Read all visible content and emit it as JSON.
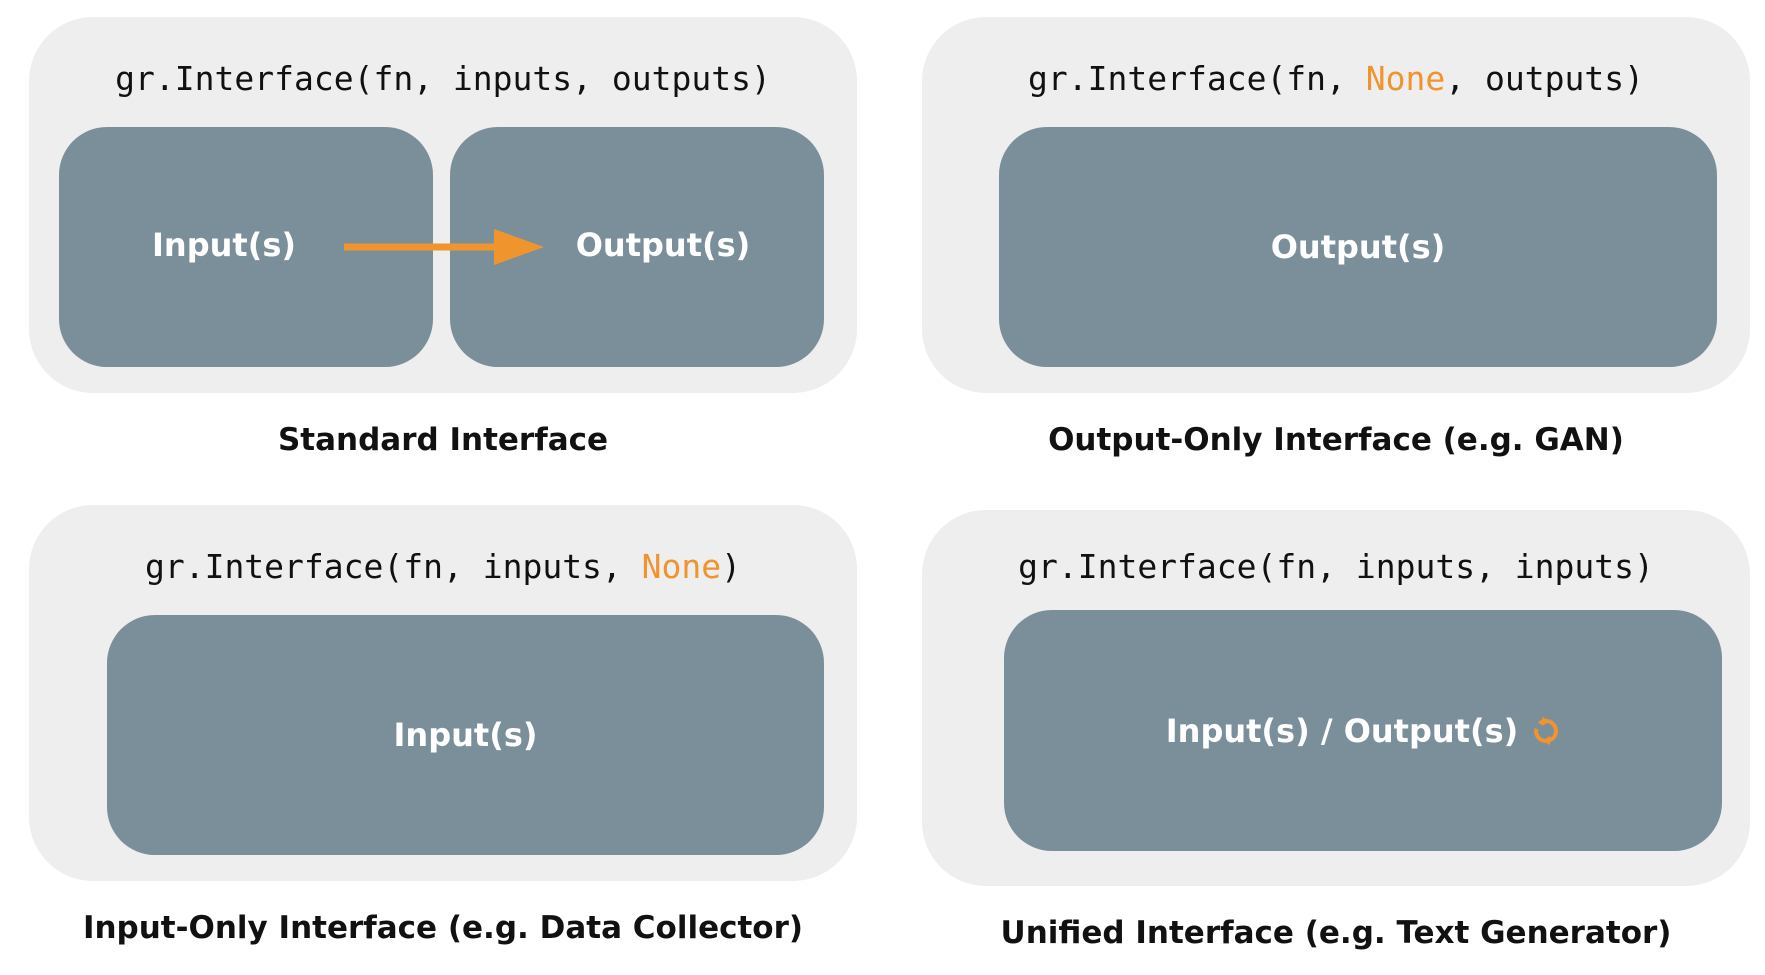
{
  "panels": [
    {
      "code": {
        "pre": "gr.Interface(fn, inputs, outputs)",
        "hl": "",
        "post": ""
      },
      "boxes": [
        "Input(s)",
        "Output(s)"
      ],
      "caption": "Standard Interface"
    },
    {
      "code": {
        "pre": "gr.Interface(fn, ",
        "hl": "None",
        "post": ", outputs)"
      },
      "boxes": [
        "Output(s)"
      ],
      "caption": "Output-Only Interface (e.g. GAN)"
    },
    {
      "code": {
        "pre": "gr.Interface(fn, inputs, ",
        "hl": "None",
        "post": ")"
      },
      "boxes": [
        "Input(s)"
      ],
      "caption": "Input-Only Interface (e.g. Data Collector)"
    },
    {
      "code": {
        "pre": "gr.Interface(fn, inputs, inputs)",
        "hl": "",
        "post": ""
      },
      "boxes": [
        "Input(s) / Output(s)"
      ],
      "caption": "Unified Interface (e.g. Text Generator)"
    }
  ],
  "colors": {
    "panel_bg": "#eeeeee",
    "box_bg": "#7b8f9b",
    "accent": "#f0942e",
    "text": "#111111"
  },
  "icons": [
    "arrow-right-icon",
    "cycle-icon"
  ]
}
